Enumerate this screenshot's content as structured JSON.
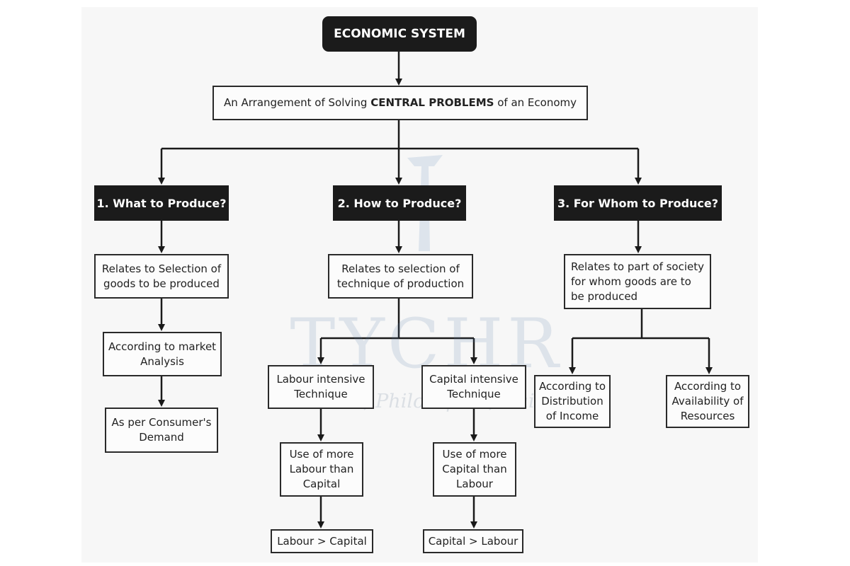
{
  "diagram": {
    "title": "ECONOMIC SYSTEM",
    "definition": {
      "prefix": "An Arrangement of Solving ",
      "emphasis": "CENTRAL PROBLEMS",
      "suffix": " of an Economy"
    },
    "problems": [
      {
        "heading": "1. What to Produce?",
        "description": "Relates to Selection of\ngoods to be produced",
        "steps": [
          "According to market\nAnalysis",
          "As per Consumer's\nDemand"
        ]
      },
      {
        "heading": "2. How to Produce?",
        "description": "Relates to selection of\ntechnique of production",
        "techniques": [
          {
            "name": "Labour intensive\nTechnique",
            "detail": "Use of more\nLabour than\nCapital",
            "relation": "Labour > Capital"
          },
          {
            "name": "Capital intensive\nTechnique",
            "detail": "Use of more\nCapital than\nLabour",
            "relation": "Capital > Labour"
          }
        ]
      },
      {
        "heading": "3. For Whom to Produce?",
        "description": "Relates to part of society\nfor whom goods are to\nbe produced",
        "criteria": [
          "According to\nDistribution\nof Income",
          "According to\nAvailability of\nResources"
        ]
      }
    ]
  },
  "watermark": {
    "brand": "TYCHR",
    "tagline": "Friend, Philosopher, Guide"
  }
}
